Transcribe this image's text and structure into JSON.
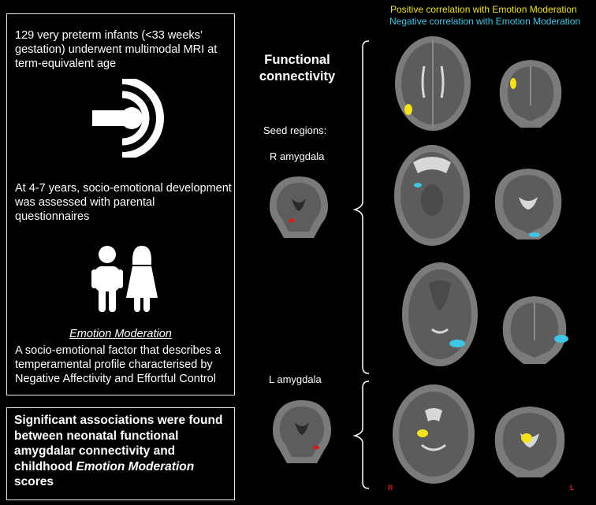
{
  "left_panel": {
    "intro": "129 very preterm infants (<33 weeks’ gestation) underwent multimodal MRI at term-equivalent age",
    "mri_icon": "mri-scanner-icon",
    "assessment": "At 4-7 years, socio-emotional development was assessed with parental questionnaires",
    "children_icon": "children-icon",
    "factor_title": "Emotion Moderation",
    "factor_desc": "A socio-emotional factor that describes a temperamental profile characterised by Negative Affectivity and Effortful Control"
  },
  "conclusion": {
    "part1": "Significant associations were found between neonatal functional amygdalar connectivity and childhood ",
    "emph": "Emotion Moderation",
    "part2": " scores"
  },
  "figure": {
    "title": "Functional connectivity",
    "seed_label": "Seed regions:",
    "seeds": [
      "R amygdala",
      "L amygdala"
    ],
    "legend": {
      "positive": "Positive correlation with Emotion Moderation",
      "negative": "Negative correlation with Emotion Moderation"
    },
    "orientation": {
      "right": "R",
      "left": "L"
    },
    "colors": {
      "positive": "#f2e21c",
      "negative": "#3fc6e6",
      "seed": "#d0201a"
    }
  }
}
